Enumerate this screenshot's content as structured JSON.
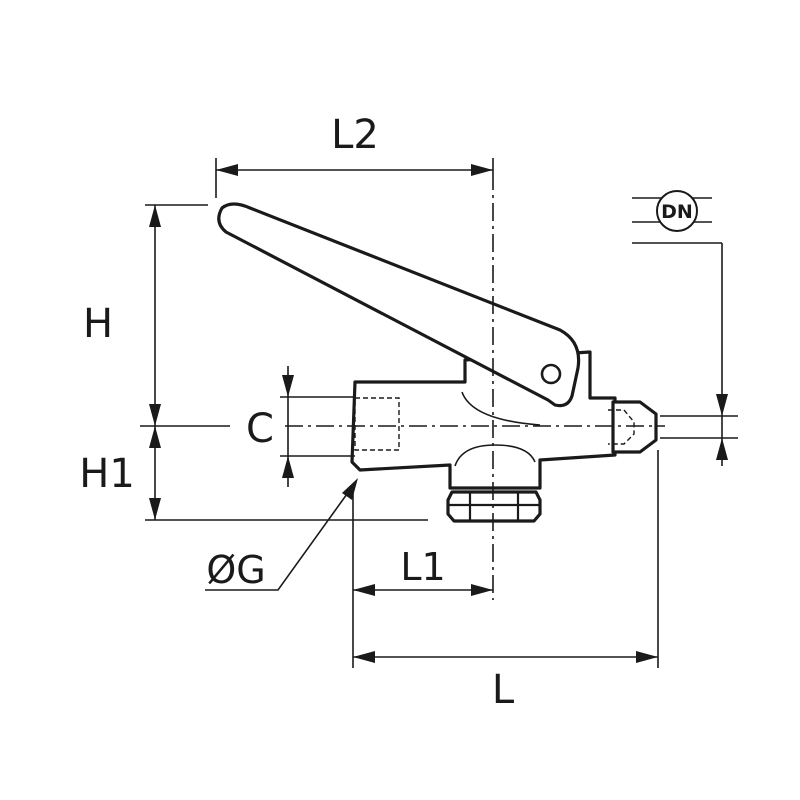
{
  "dimensions": {
    "l2": "L2",
    "h": "H",
    "c": "C",
    "h1": "H1",
    "g": "ØG",
    "l1": "L1",
    "l": "L",
    "dn": "DN"
  }
}
